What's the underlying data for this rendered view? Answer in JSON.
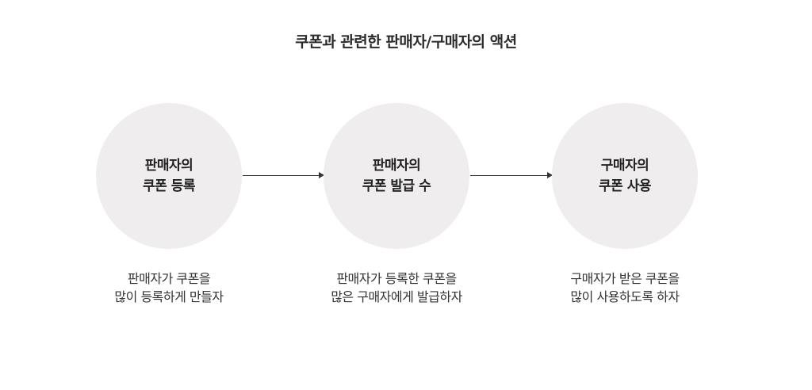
{
  "title": "쿠폰과 관련한 판매자/구매자의 액션",
  "steps": [
    {
      "circle": {
        "line1": "판매자의",
        "line2": "쿠폰 등록"
      },
      "desc": {
        "line1": "판매자가 쿠폰을",
        "line2": "많이 등록하게 만들자"
      }
    },
    {
      "circle": {
        "line1": "판매자의",
        "line2": "쿠폰 발급 수"
      },
      "desc": {
        "line1": "판매자가 등록한 쿠폰을",
        "line2": "많은 구매자에게 발급하자"
      }
    },
    {
      "circle": {
        "line1": "구매자의",
        "line2": "쿠폰 사용"
      },
      "desc": {
        "line1": "구매자가 받은 쿠폰을",
        "line2": "많이 사용하도록 하자"
      }
    }
  ],
  "colors": {
    "circle_fill": "#efedee",
    "arrow": "#333333",
    "text": "#2a2a2a"
  }
}
